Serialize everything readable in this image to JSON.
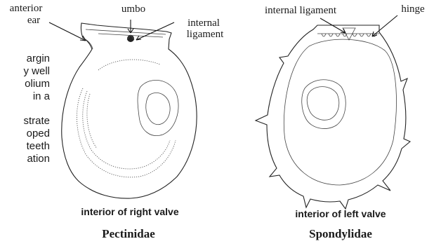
{
  "labels": {
    "anterior_ear_line1": "anterior",
    "anterior_ear_line2": "ear",
    "umbo": "umbo",
    "internal_ligament_left_line1": "internal",
    "internal_ligament_left_line2": "ligament",
    "internal_ligament_right": "internal ligament",
    "hinge": "hinge"
  },
  "body_text": {
    "line1": "argin",
    "line2": "y well",
    "line3": "olium",
    "line4": "in  a",
    "line5": "strate",
    "line6": "oped",
    "line7": "teeth",
    "line8": "ation"
  },
  "captions": {
    "left": "interior of right valve",
    "right": "interior of left valve"
  },
  "families": {
    "left": "Pectinidae",
    "right": "Spondylidae"
  }
}
